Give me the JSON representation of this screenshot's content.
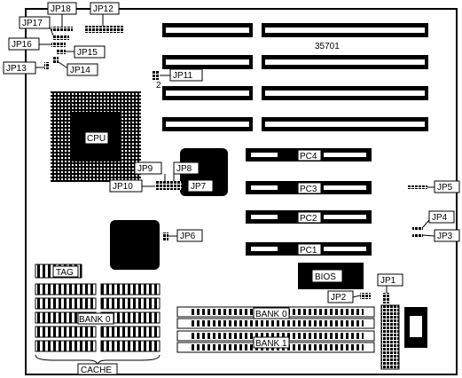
{
  "board": {
    "model": "35701",
    "cpu": "CPU",
    "bios": "BIOS",
    "cache": "CACHE",
    "tag": "TAG",
    "cache_bank0": "BANK 0",
    "mem_bank0": "BANK 0",
    "mem_bank1": "BANK 1",
    "slots": {
      "pc1": "PC1",
      "pc2": "PC2",
      "pc3": "PC3",
      "pc4": "PC4"
    },
    "pin2_note": "2"
  },
  "jumpers": {
    "jp1": "JP1",
    "jp2": "JP2",
    "jp3": "JP3",
    "jp4": "JP4",
    "jp5": "JP5",
    "jp6": "JP6",
    "jp7": "JP7",
    "jp8": "JP8",
    "jp9": "JP9",
    "jp10": "JP10",
    "jp11": "JP11",
    "jp12": "JP12",
    "jp13": "JP13",
    "jp14": "JP14",
    "jp15": "JP15",
    "jp16": "JP16",
    "jp17": "JP17",
    "jp18": "JP18"
  }
}
